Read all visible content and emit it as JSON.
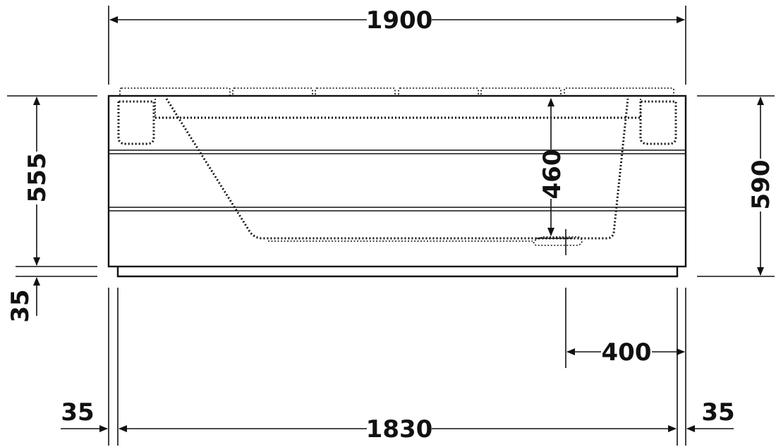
{
  "drawing": {
    "overall_length": "1900",
    "outer_length": "1830",
    "overall_height": "590",
    "body_height": "555",
    "plinth_height": "35",
    "inner_depth": "460",
    "drain_offset": "400",
    "left_setback": "35",
    "right_setback": "35"
  }
}
